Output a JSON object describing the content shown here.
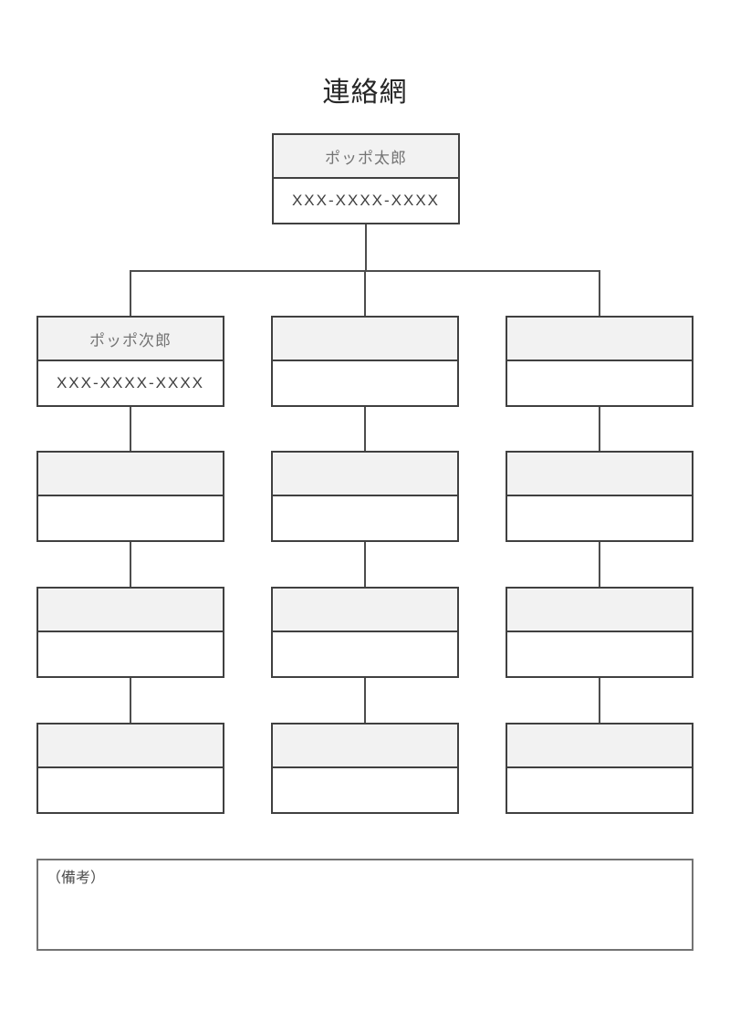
{
  "title": "連絡網",
  "tree": {
    "root": {
      "name": "ポッポ太郎",
      "phone": "XXX-XXXX-XXXX"
    },
    "columns": [
      {
        "nodes": [
          {
            "name": "ポッポ次郎",
            "phone": "XXX-XXXX-XXXX"
          },
          {
            "name": "",
            "phone": ""
          },
          {
            "name": "",
            "phone": ""
          },
          {
            "name": "",
            "phone": ""
          }
        ]
      },
      {
        "nodes": [
          {
            "name": "",
            "phone": ""
          },
          {
            "name": "",
            "phone": ""
          },
          {
            "name": "",
            "phone": ""
          },
          {
            "name": "",
            "phone": ""
          }
        ]
      },
      {
        "nodes": [
          {
            "name": "",
            "phone": ""
          },
          {
            "name": "",
            "phone": ""
          },
          {
            "name": "",
            "phone": ""
          },
          {
            "name": "",
            "phone": ""
          }
        ]
      }
    ]
  },
  "remarks": {
    "label": "（備考）"
  },
  "colors": {
    "box_border": "#404040",
    "header_fill": "#f2f2f2",
    "body_fill": "#ffffff",
    "connector": "#4d4d4d",
    "name_text": "#737373",
    "phone_text": "#404040",
    "title_text": "#262626",
    "remarks_border": "#737373",
    "remarks_text": "#4d4d4d"
  }
}
